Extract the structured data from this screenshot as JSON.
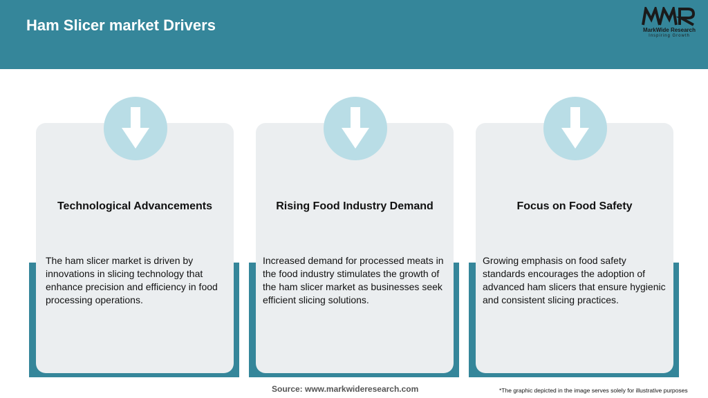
{
  "header": {
    "title": "Ham Slicer market Drivers",
    "logo": {
      "mark": "MWR",
      "name": "MarkWide Research",
      "tagline": "Inspiring Growth"
    }
  },
  "cards": [
    {
      "icon": "arrow-down-icon",
      "title": "Technological Advancements",
      "body": "The ham slicer market is driven by innovations in slicing technology that enhance precision and efficiency in food processing operations."
    },
    {
      "icon": "arrow-down-icon",
      "title": "Rising Food Industry Demand",
      "body": "Increased demand for processed meats in the food industry stimulates the growth of the ham slicer market as businesses seek efficient slicing solutions."
    },
    {
      "icon": "arrow-down-icon",
      "title": "Focus on Food Safety",
      "body": "Growing emphasis on food safety standards encourages the adoption of advanced ham slicers that ensure hygienic and consistent slicing practices."
    }
  ],
  "footer": {
    "source": "Source: www.markwideresearch.com",
    "disclaimer": "*The graphic depicted in the image serves solely for illustrative purposes"
  },
  "colors": {
    "accent": "#35869a",
    "icon_circle": "#b9dde6",
    "card_background": "#ebeef0"
  }
}
